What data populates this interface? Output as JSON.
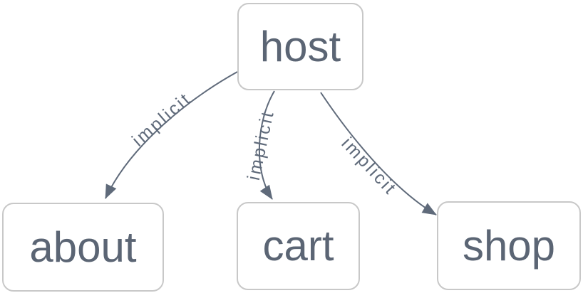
{
  "diagram": {
    "type": "graph",
    "nodes": [
      {
        "id": "host",
        "label": "host"
      },
      {
        "id": "about",
        "label": "about"
      },
      {
        "id": "cart",
        "label": "cart"
      },
      {
        "id": "shop",
        "label": "shop"
      }
    ],
    "edges": [
      {
        "from": "host",
        "to": "about",
        "label": "implicit"
      },
      {
        "from": "host",
        "to": "cart",
        "label": "implicit"
      },
      {
        "from": "host",
        "to": "shop",
        "label": "implicit"
      }
    ],
    "colors": {
      "background": "#ffffff",
      "node_fill": "#ffffff",
      "node_border": "#c8c8c8",
      "node_text": "#5b6574",
      "edge_stroke": "#5f6a7a",
      "edge_label_text": "#5f6a7a",
      "arrowhead_fill": "#5f6a7a"
    }
  }
}
